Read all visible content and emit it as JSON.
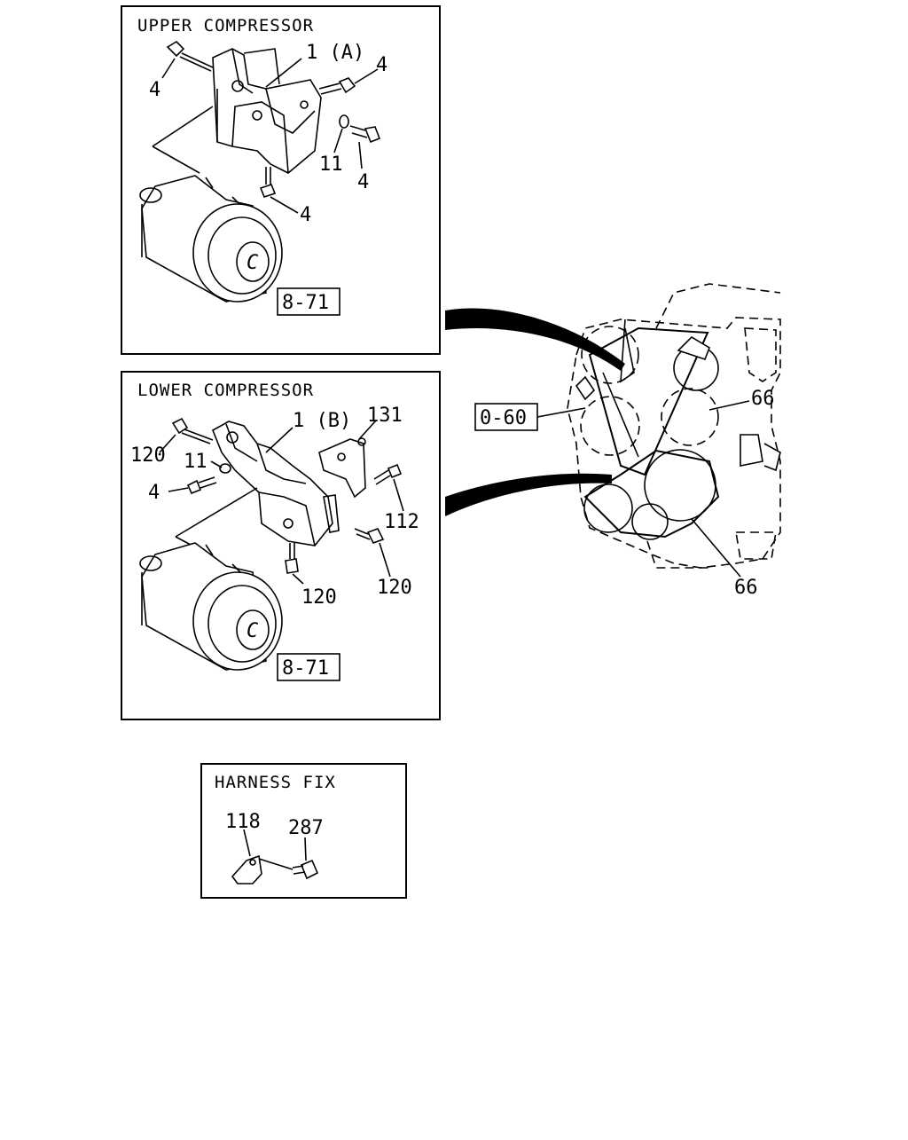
{
  "panels": {
    "upper": {
      "title": "UPPER COMPRESSOR",
      "callouts": [
        "1 (A)",
        "4",
        "4",
        "11",
        "4",
        "4"
      ],
      "ref": "8-71"
    },
    "lower": {
      "title": "LOWER COMPRESSOR",
      "callouts": [
        "1 (B)",
        "131",
        "120",
        "11",
        "4",
        "112",
        "120",
        "120"
      ],
      "ref": "8-71"
    },
    "harness": {
      "title": "HARNESS FIX",
      "callouts": [
        "118",
        "287"
      ]
    }
  },
  "engine": {
    "ref": "0-60",
    "callouts": [
      "66",
      "66"
    ]
  }
}
